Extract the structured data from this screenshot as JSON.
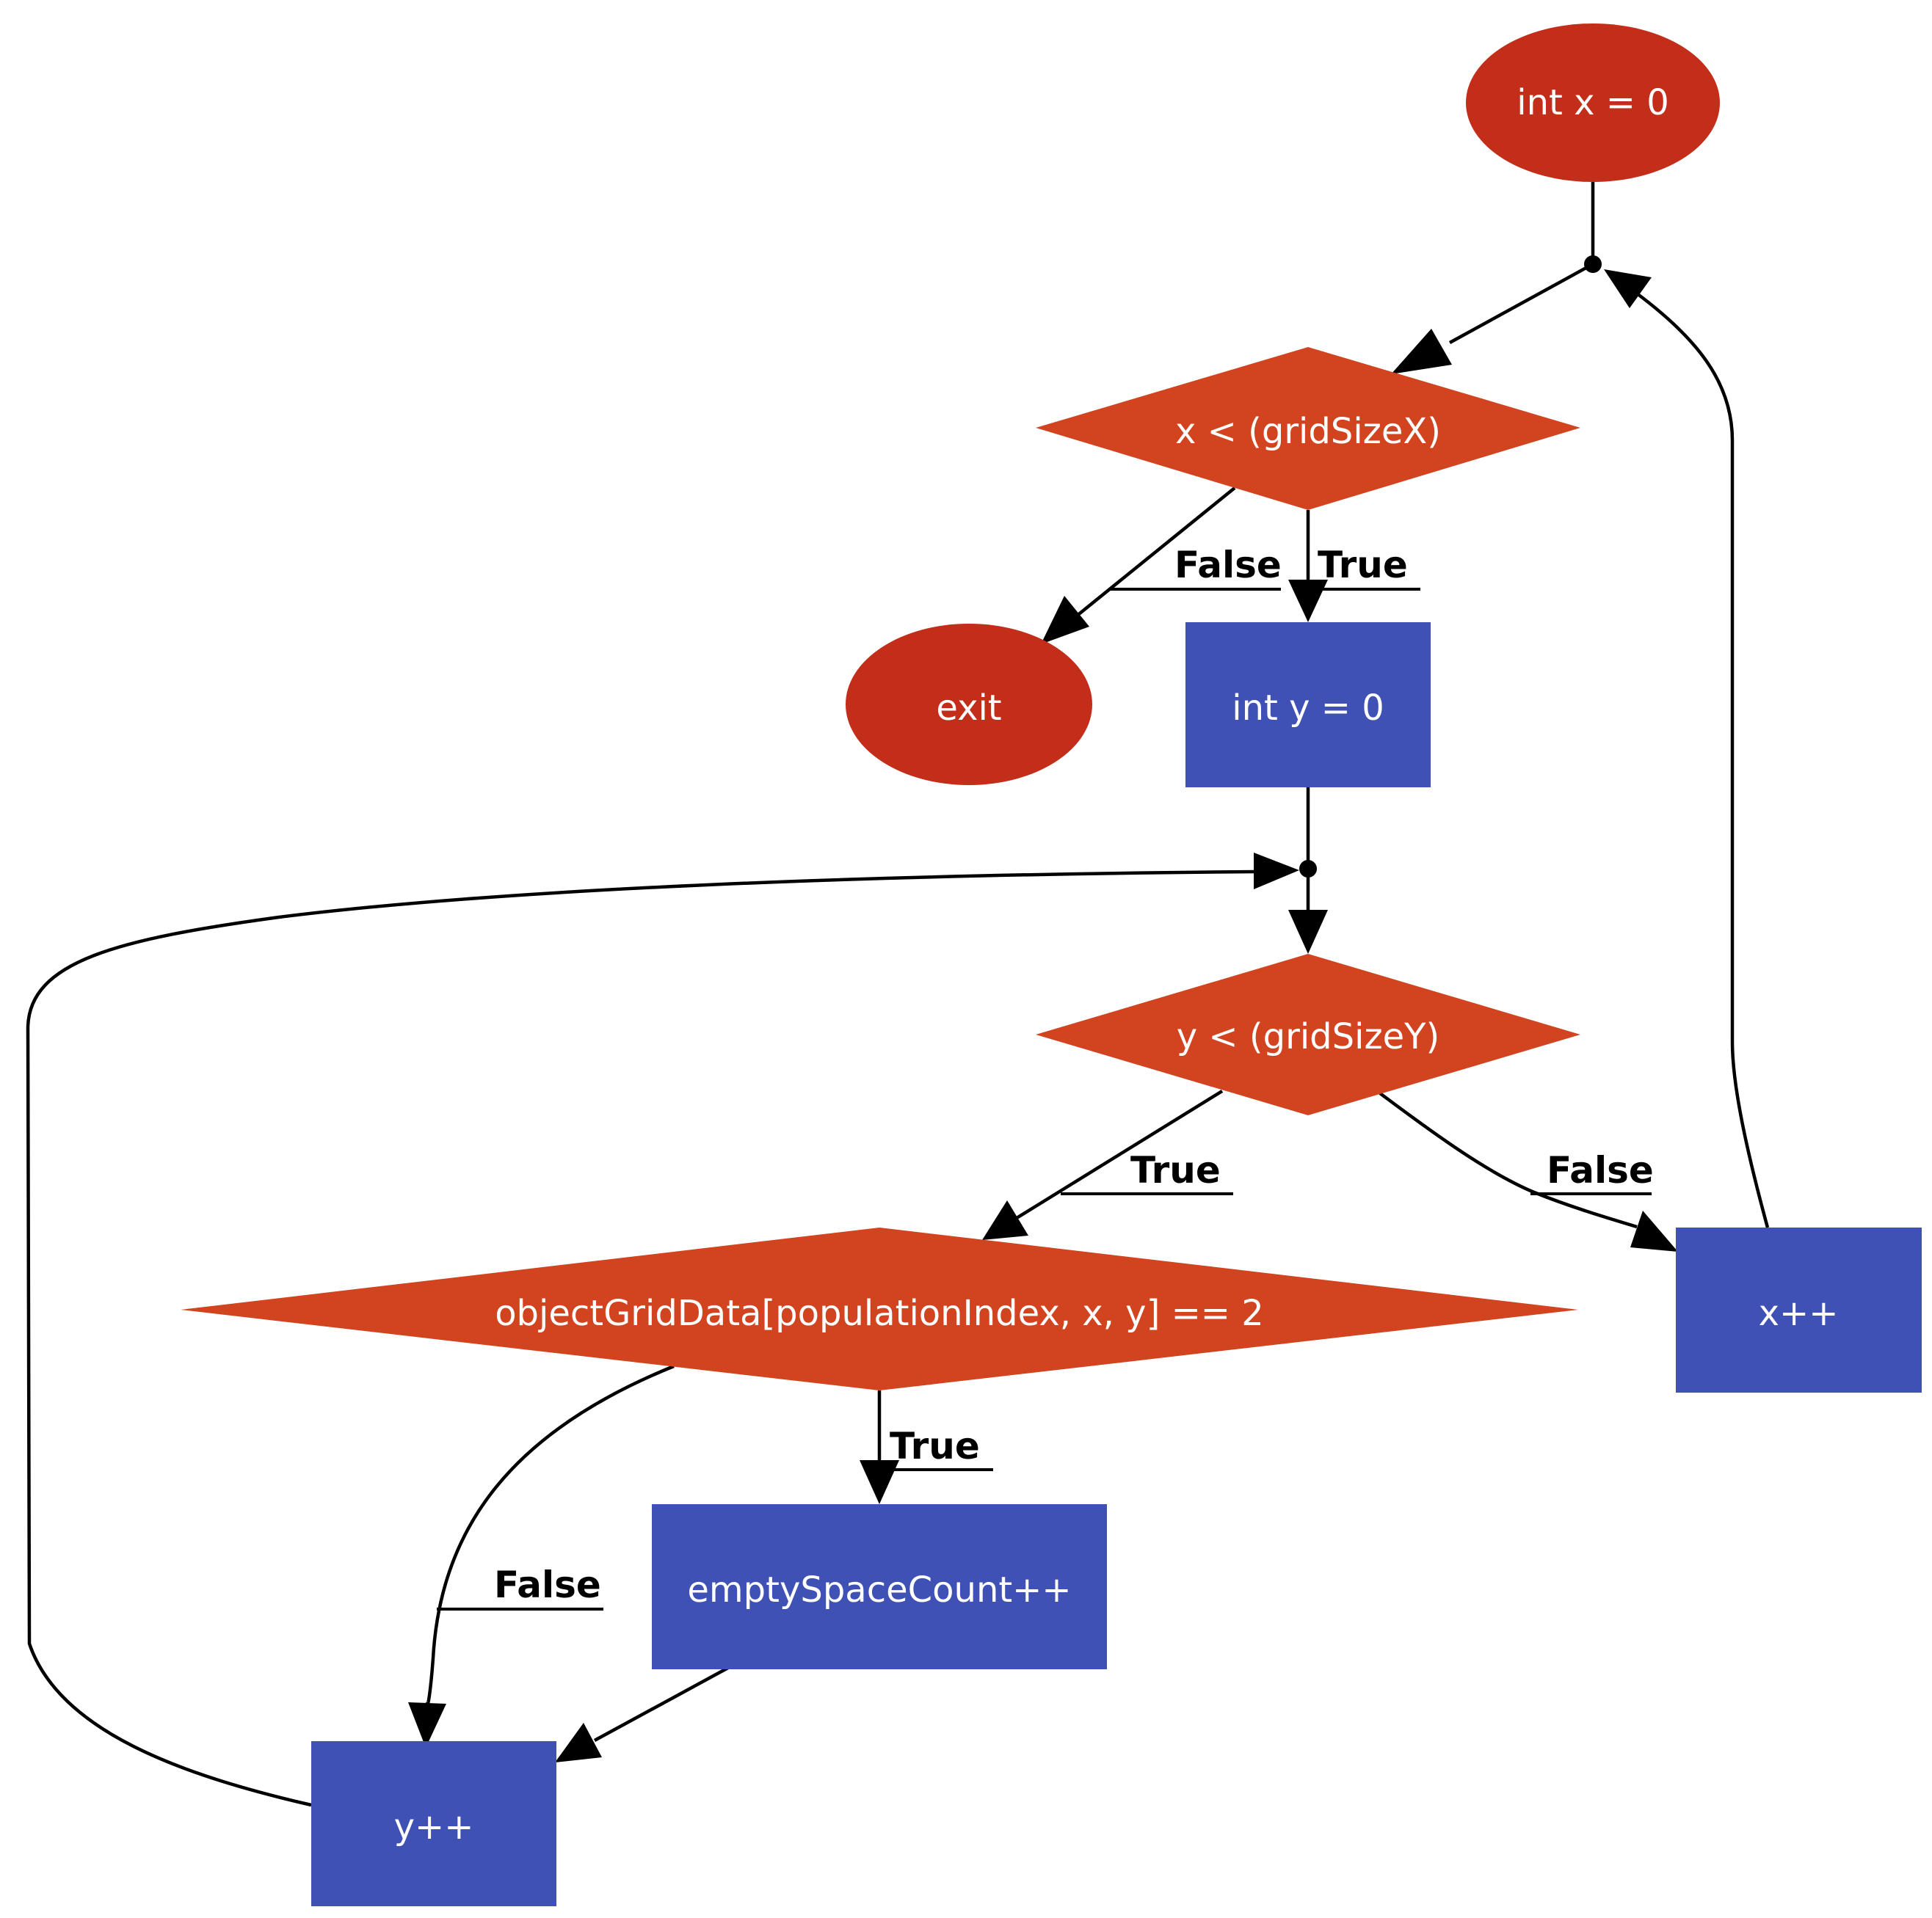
{
  "colors": {
    "terminal": "#c22e19",
    "decision": "#d1441f",
    "process": "#3f51b5",
    "edge": "#000000"
  },
  "nodes": {
    "start": "int x = 0",
    "cond_x": "x < (gridSizeX)",
    "exit": "exit",
    "init_y": "int y = 0",
    "cond_y": "y < (gridSizeY)",
    "cond_grid": "objectGridData[populationIndex, x, y] == 2",
    "increment_x": "x++",
    "increment_count": "emptySpaceCount++",
    "increment_y": "y++"
  },
  "edge_labels": {
    "cond_x_false": "False",
    "cond_x_true": "True",
    "cond_y_true": "True",
    "cond_y_false": "False",
    "cond_grid_true": "True",
    "cond_grid_false": "False"
  }
}
